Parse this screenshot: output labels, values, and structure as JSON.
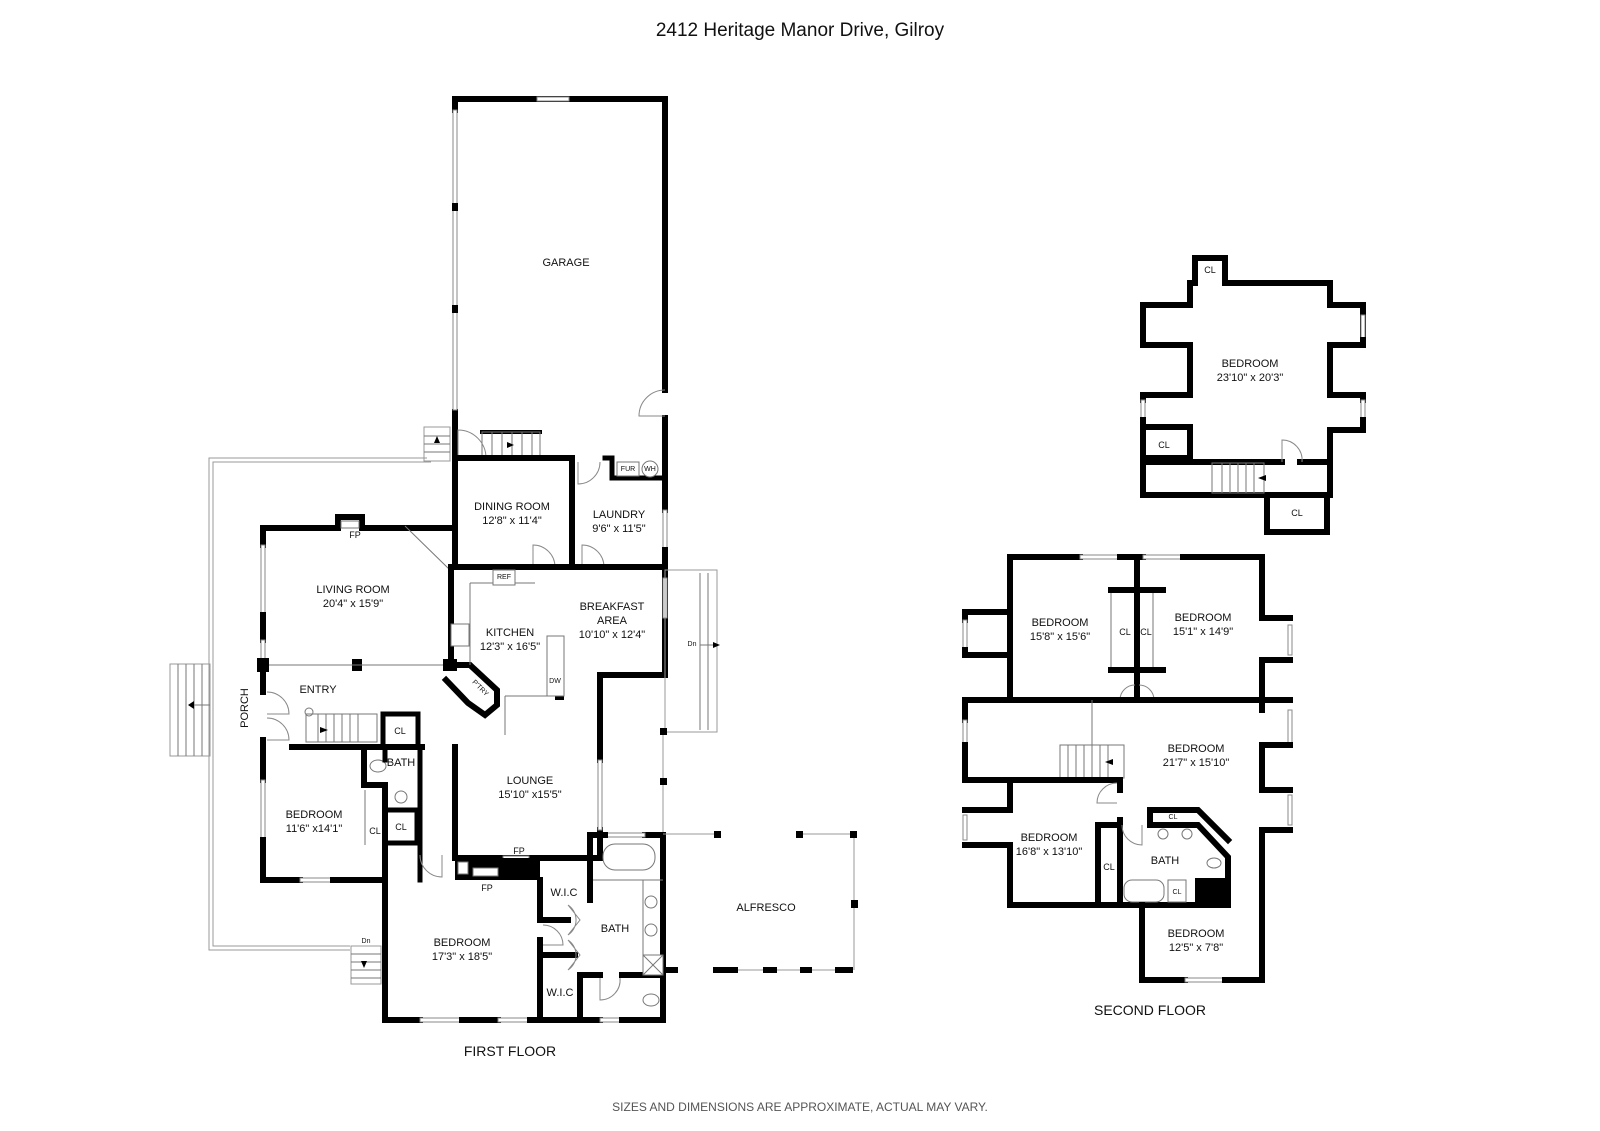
{
  "title": "2412 Heritage Manor Drive, Gilroy",
  "disclaimer": "SIZES AND DIMENSIONS ARE APPROXIMATE, ACTUAL MAY VARY.",
  "first_floor": {
    "label": "FIRST FLOOR",
    "rooms": [
      {
        "name": "GARAGE",
        "dim": ""
      },
      {
        "name": "DINING ROOM",
        "dim": "12'8\" x 11'4\""
      },
      {
        "name": "LAUNDRY",
        "dim": "9'6\" x 11'5\""
      },
      {
        "name": "LIVING ROOM",
        "dim": "20'4\" x 15'9\""
      },
      {
        "name": "KITCHEN",
        "dim": "12'3\" x 16'5\""
      },
      {
        "name": "BREAKFAST AREA",
        "dim": "10'10\" x 12'4\""
      },
      {
        "name": "ENTRY",
        "dim": ""
      },
      {
        "name": "LOUNGE",
        "dim": "15'10\" x15'5\""
      },
      {
        "name": "BEDROOM",
        "dim": "11'6\" x14'1\""
      },
      {
        "name": "BEDROOM",
        "dim": "17'3\" x 18'5\""
      },
      {
        "name": "ALFRESCO",
        "dim": ""
      },
      {
        "name": "PORCH",
        "dim": ""
      },
      {
        "name": "BATH",
        "dim": ""
      },
      {
        "name": "BATH",
        "dim": ""
      },
      {
        "name": "W.I.C",
        "dim": ""
      },
      {
        "name": "W.I.C",
        "dim": ""
      }
    ],
    "fixtures": {
      "fp": "FP",
      "ref": "REF",
      "dw": "DW",
      "ptry": "P'TRY",
      "fur": "FUR",
      "wh": "WH",
      "cl": "CL",
      "dn": "Dn"
    }
  },
  "second_floor": {
    "label": "SECOND FLOOR",
    "rooms": [
      {
        "name": "BEDROOM",
        "dim": "15'8\" x 15'6\""
      },
      {
        "name": "BEDROOM",
        "dim": "15'1\" x 14'9\""
      },
      {
        "name": "BEDROOM",
        "dim": "21'7\" x 15'10\""
      },
      {
        "name": "BEDROOM",
        "dim": "16'8\" x 13'10\""
      },
      {
        "name": "BATH",
        "dim": ""
      },
      {
        "name": "BEDROOM",
        "dim": "12'5\" x 7'8\""
      }
    ],
    "fixtures": {
      "cl": "CL"
    }
  },
  "attic_floor": {
    "rooms": [
      {
        "name": "BEDROOM",
        "dim": "23'10\" x 20'3\""
      }
    ],
    "fixtures": {
      "cl": "CL"
    }
  }
}
